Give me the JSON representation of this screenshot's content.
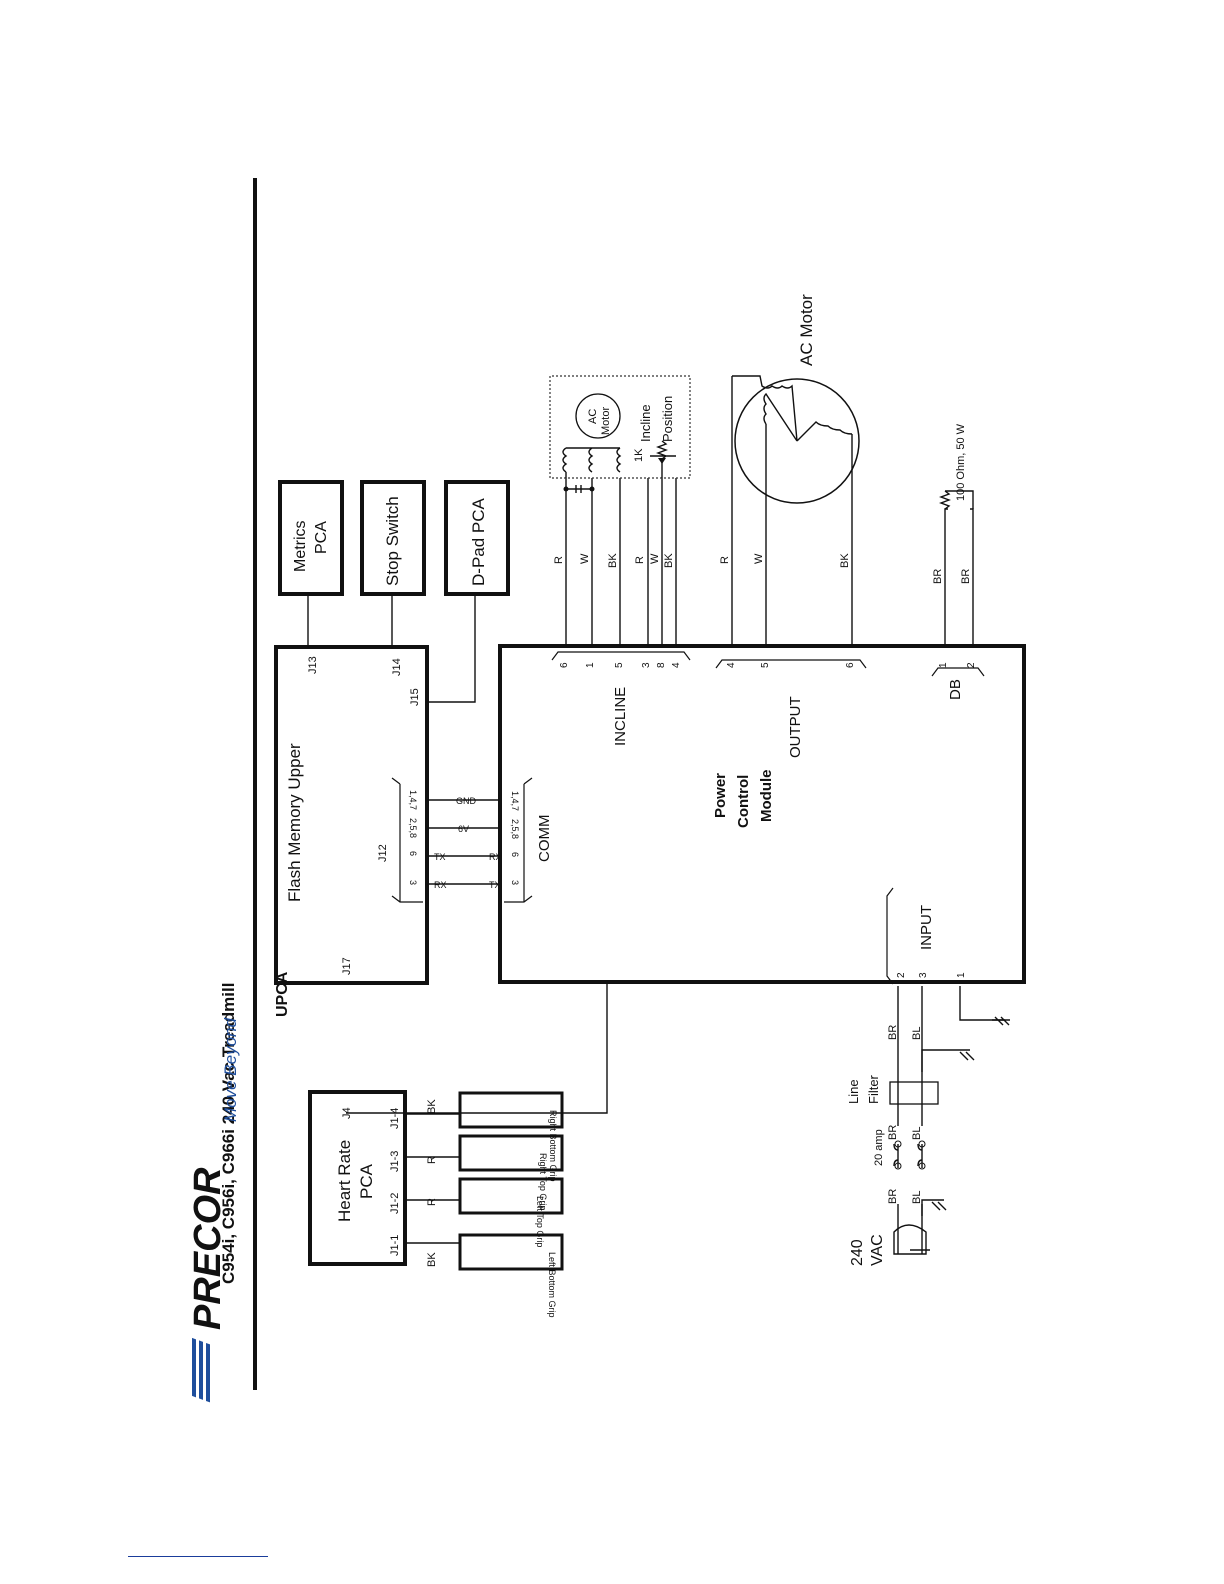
{
  "title": "C954i, C956i, C966i 240 Vac Treadmill",
  "brand": {
    "name": "PRECOR",
    "tagline": "Move Beyond",
    "color": "#1f4e9c"
  },
  "upca": {
    "label": "UPCA",
    "board": "Flash Memory Upper",
    "connectors": {
      "j13": "J13",
      "j14": "J14",
      "j15": "J15",
      "j17": "J17",
      "j12": "J12"
    },
    "j12_pins": [
      "1,4,7",
      "2,5,8",
      "6",
      "3"
    ],
    "j12_signals": [
      "GND",
      "6V",
      "TX",
      "RX"
    ]
  },
  "modules": {
    "metrics": [
      "Metrics",
      "PCA"
    ],
    "stop_switch": "Stop Switch",
    "dpad": "D-Pad PCA"
  },
  "heart_rate": {
    "title": [
      "Heart Rate",
      "PCA"
    ],
    "j4": "J4",
    "pins": [
      "J1-1",
      "J1-2",
      "J1-3",
      "J1-4"
    ],
    "wires": [
      "BK",
      "R",
      "R",
      "BK"
    ],
    "grips": [
      "Left Bottom Grip",
      "Left Top Grip",
      "Right Top Grip",
      "Right Bottom Grip"
    ]
  },
  "pcm": {
    "title": [
      "Power",
      "Control",
      "Module"
    ],
    "comm": {
      "label": "COMM",
      "pins": [
        "1,4,7",
        "2,5,8",
        "6",
        "3"
      ],
      "signals": [
        "RX",
        "TX"
      ]
    },
    "incline": {
      "label": "INCLINE",
      "pins": [
        "6",
        "1",
        "5",
        "3",
        "8",
        "4"
      ],
      "wires": [
        "R",
        "W",
        "BK",
        "R",
        "W",
        "BK"
      ]
    },
    "output": {
      "label": "OUTPUT",
      "pins": [
        "4",
        "5",
        "6"
      ],
      "wires": [
        "R",
        "W",
        "BK"
      ]
    },
    "db": {
      "label": "DB",
      "pins": [
        "1",
        "2"
      ],
      "wires": [
        "BR",
        "BR"
      ]
    },
    "input": {
      "label": "INPUT",
      "pins": [
        "2",
        "3",
        "1"
      ]
    }
  },
  "incline_motor": {
    "motor": [
      "AC",
      "Motor"
    ],
    "pot_value": "1K",
    "position": [
      "Incline",
      "Position"
    ]
  },
  "ac_motor": "AC Motor",
  "resistor": "100 Ohm, 50 W",
  "power_input": {
    "vac": [
      "240",
      "VAC"
    ],
    "breaker": "20 amp",
    "filter": [
      "Line",
      "Filter"
    ],
    "wires": [
      "BR",
      "BL"
    ]
  }
}
